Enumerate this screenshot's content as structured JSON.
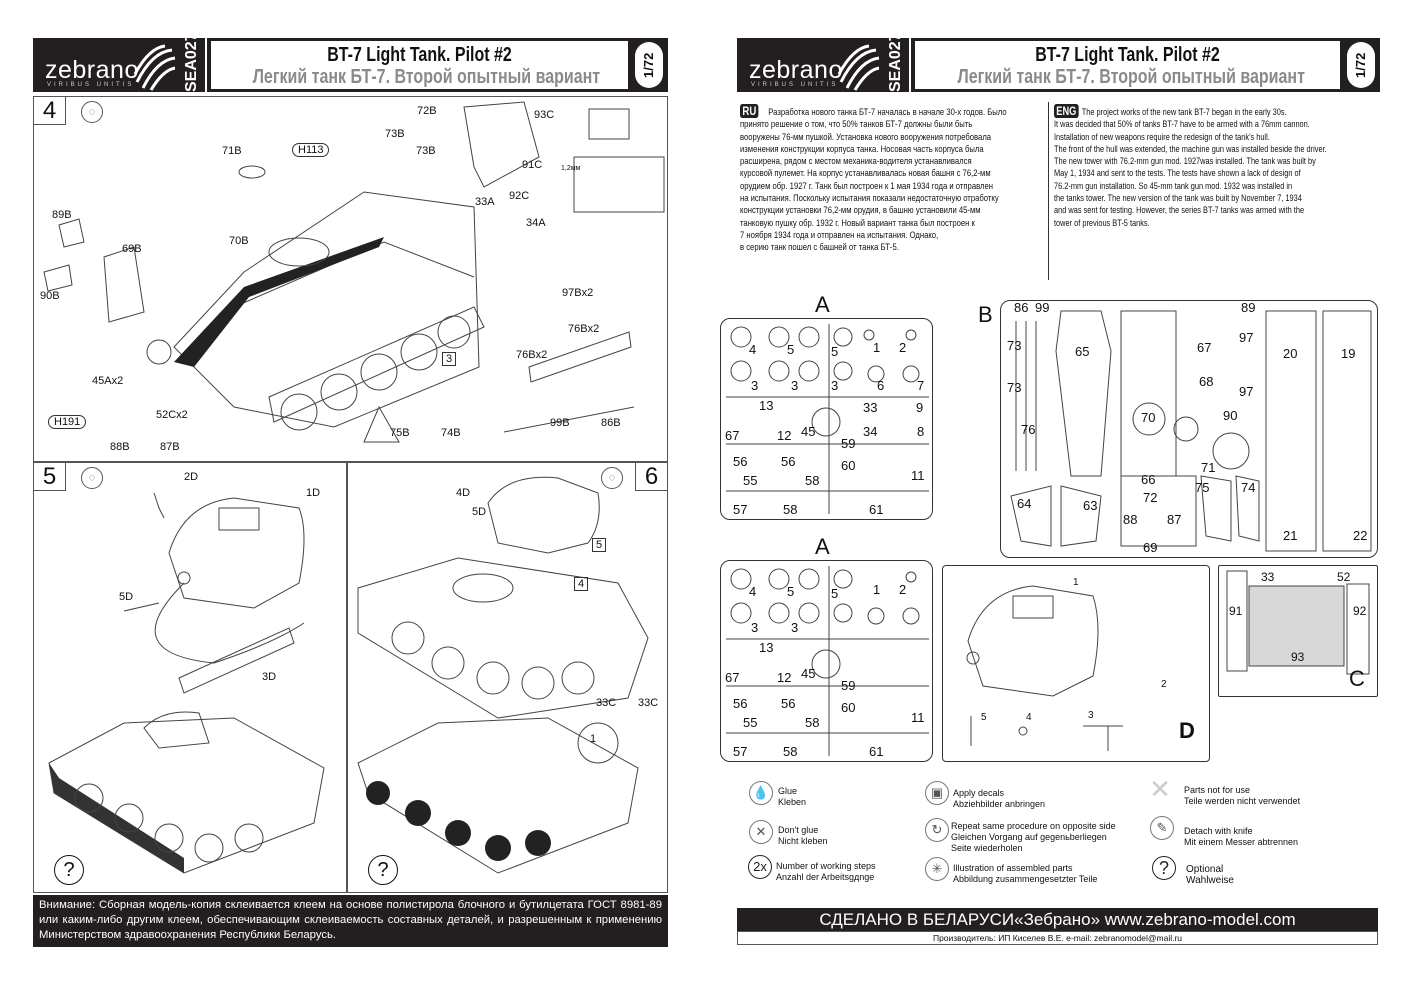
{
  "header": {
    "brand": "zebrano",
    "tagline": "VIRIBUS UNITIS",
    "code": "SEA027",
    "title_en": "BT-7 Light Tank. Pilot #2",
    "title_ru": "Легкий танк БТ-7. Второй опытный вариант",
    "scale": "1/72"
  },
  "step4": {
    "number": "4",
    "glue": "glue",
    "labels": [
      "72B",
      "93C",
      "73B",
      "73B",
      "H113",
      "71B",
      "91C",
      "1,2мм",
      "92C",
      "33A",
      "34A",
      "89B",
      "69B",
      "70B",
      "90B",
      "97Bx2",
      "76Bx2",
      "76Bx2",
      "3",
      "45Ax2",
      "52Cx2",
      "H191",
      "88B",
      "87B",
      "75B",
      "74B",
      "99B",
      "86B"
    ]
  },
  "step5": {
    "number": "5",
    "labels": [
      "2D",
      "1D",
      "5D",
      "3D"
    ],
    "optional": "?"
  },
  "step6": {
    "number": "6",
    "labels": [
      "4D",
      "5D",
      "5",
      "4",
      "33C",
      "33C",
      "1"
    ],
    "optional": "?"
  },
  "warning": "Внимание: Сборная модель-копия склеивается клеем на основе полистирола блочного и бутилцетата ГОСТ 8981-89 или каким-либо другим клеем, обеспечивающим склеиваемость составных деталей, и разрешенным к применению Министерством здравоохранения Республики Беларусь.",
  "history": {
    "ru_badge": "RU",
    "ru_lines": [
      "Разработка нового танка БТ-7 началась в начале 30-х годов. Было",
      "принято решение о том, что 50% танков БТ-7 должны были быть",
      "вооружены 76-мм пушкой. Установка  нового вооружения потребовала",
      "изменения конструкции корпуса танка. Носовая часть корпуса была",
      "расширена, рядом с местом механика-водителя устанавливался",
      "курсовой пулемет. На корпус устанавливалась новая башня с 76,2-мм",
      "орудием обр. 1927 г. Танк был построен к 1 мая 1934 года и отправлен",
      "на испытания. Поскольку испытания показали недостаточную отработку",
      "конструкции установки 76,2-мм орудия, в башню установили 45-мм",
      "танковую пушку обр. 1932 г. Новый вариант танка был построен к",
      "7 ноября 1934 года и отправлен на испытания. Однако,",
      "в серию танк пошел с башней от танка БТ-5."
    ],
    "en_badge": "ENG",
    "en_lines": [
      "The project works of the new tank BT-7 began in the early 30s.",
      "It was decided that 50% of tanks BT-7 have to be armed with a 76mm cannon.",
      "Installation of new weapons require the redesign of the tank's hull.",
      "The front of the hull was extended, the machine gun was installed beside the driver.",
      "The new tower with 76.2-mm gun mod. 1927was installed. The tank was built by",
      "May 1, 1934 and sent to the tests. The tests have shown a lack of design of",
      "76.2-mm gun installation. So  45-mm tank gun mod. 1932 was installed in",
      "the tanks tower. The new version of the tank was built by November 7, 1934",
      "and was sent for testing. However, the series BT-7 tanks was armed with the",
      "tower of previous BT-5 tanks."
    ]
  },
  "sprues": {
    "A": {
      "letter": "A",
      "parts": [
        "4",
        "5",
        "3",
        "3",
        "5",
        "1",
        "2",
        "3",
        "6",
        "7",
        "13",
        "33",
        "9",
        "34",
        "8",
        "67",
        "12",
        "45",
        "59",
        "56",
        "56",
        "60",
        "11",
        "55",
        "58",
        "57",
        "58",
        "61"
      ]
    },
    "B": {
      "letter": "B",
      "parts": [
        "86",
        "99",
        "73",
        "65",
        "73",
        "76",
        "70",
        "89",
        "97",
        "67",
        "68",
        "97",
        "90",
        "71",
        "20",
        "19",
        "66",
        "72",
        "64",
        "63",
        "88",
        "87",
        "69",
        "75",
        "74",
        "21",
        "22"
      ]
    },
    "C": {
      "letter": "C",
      "parts": [
        "33",
        "52",
        "91",
        "92",
        "93"
      ]
    },
    "D": {
      "letter": "D",
      "parts": [
        "1",
        "2",
        "5",
        "4",
        "3"
      ]
    }
  },
  "legend": [
    {
      "icon": "glue-icon",
      "glyph": "💧",
      "en": "Glue",
      "de": "Kleben"
    },
    {
      "icon": "no-glue-icon",
      "glyph": "✕",
      "en": "Don't glue",
      "de": "Nicht kleben"
    },
    {
      "icon": "steps-icon",
      "glyph": "2x",
      "en": "Number of working steps",
      "de": "Anzahl der Arbeitsgдnge"
    },
    {
      "icon": "decals-icon",
      "glyph": "▣",
      "en": "Apply decals",
      "de": "Abziehbilder anbringen"
    },
    {
      "icon": "repeat-icon",
      "glyph": "↻",
      "en": "Repeat same procedure on opposite side",
      "de": "Gleichen Vorgang auf gegenьberliegen",
      "de2": "Seite wiederholen"
    },
    {
      "icon": "assembled-icon",
      "glyph": "✳",
      "en": "Illustration of assembled parts",
      "de": "Abbildung zusammengesetzter Teile"
    },
    {
      "icon": "not-used-icon",
      "glyph": "✕",
      "en": "Parts not for use",
      "de": "Teile werden nicht verwendet"
    },
    {
      "icon": "knife-icon",
      "glyph": "✎",
      "en": "Detach with knife",
      "de": "Mit einem Messer abtrennen"
    },
    {
      "icon": "optional-icon",
      "glyph": "?",
      "en": "Optional",
      "de": "Wahlweise"
    }
  ],
  "footer": {
    "main": "СДЕЛАНО В БЕЛАРУСИ«Зебрано» www.zebrano-model.com",
    "sub": "Производитель: ИП Киселев В.Е.  e-mail: zebranomodel@mail.ru"
  }
}
